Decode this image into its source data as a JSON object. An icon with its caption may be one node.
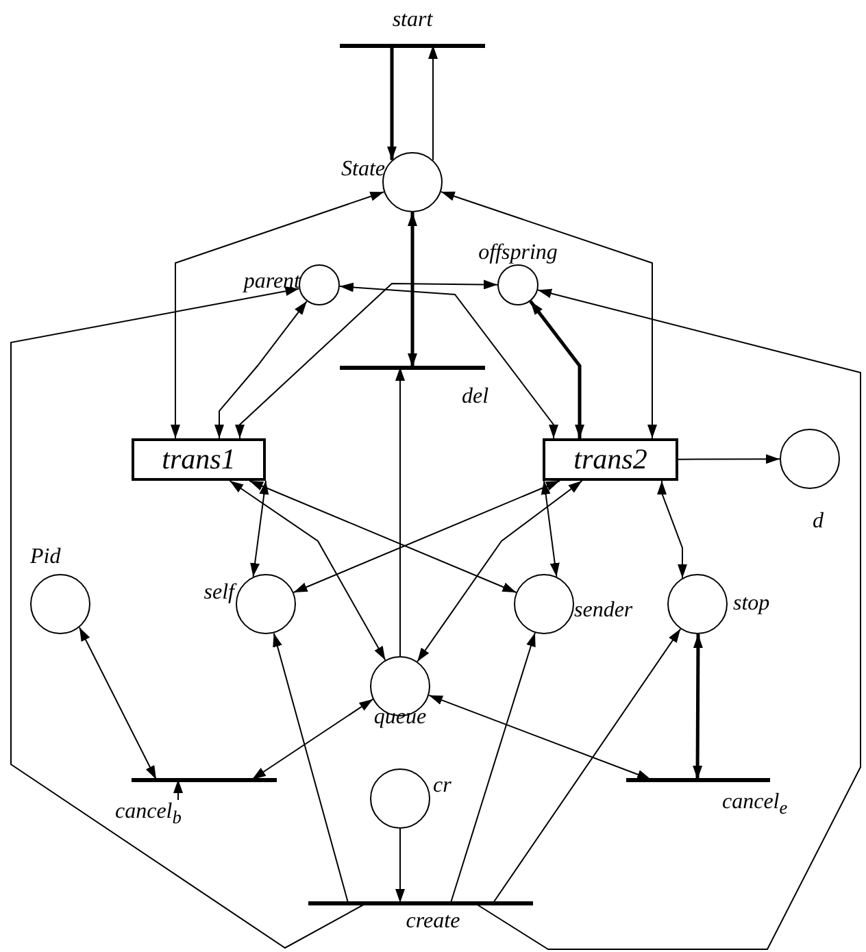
{
  "diagram": {
    "nodes": [
      {
        "text": [
          "start"
        ]
      },
      {
        "text": [
          "State"
        ]
      },
      {
        "text": [
          "parent"
        ]
      },
      {
        "text": [
          "offspring"
        ]
      },
      {
        "text": [
          "del"
        ]
      },
      {
        "text": [
          "trans1"
        ]
      },
      {
        "text": [
          "trans2"
        ]
      },
      {
        "text": [
          "d"
        ]
      },
      {
        "text": [
          "Pid"
        ]
      },
      {
        "text": [
          "self"
        ]
      },
      {
        "text": [
          "sender"
        ]
      },
      {
        "text": [
          "stop"
        ]
      },
      {
        "text": [
          "queue"
        ]
      },
      {
        "text": [
          "cancel$_{b}$"
        ]
      },
      {
        "text": [
          "cancel$_{e}$"
        ]
      },
      {
        "text": [
          "cr"
        ]
      },
      {
        "text": [
          "create"
        ]
      }
    ],
    "edges": [
      {
        "from": 0,
        "to": 1,
        "arrow": "to",
        "style": "thick"
      },
      {
        "from": 1,
        "to": 0,
        "arrow": "to"
      },
      {
        "from": 1,
        "to": 4,
        "arrow": "both",
        "style": "thick"
      },
      {
        "from": 12,
        "to": 4,
        "arrow": "to"
      },
      {
        "from": 5,
        "to": 1,
        "arrow": "both"
      },
      {
        "from": 6,
        "to": 1,
        "arrow": "both"
      },
      {
        "from": 16,
        "to": 2,
        "arrow": "to"
      },
      {
        "from": 16,
        "to": 3,
        "arrow": "to"
      },
      {
        "from": 5,
        "to": 2,
        "arrow": "both"
      },
      {
        "from": 5,
        "to": 3,
        "arrow": "both"
      },
      {
        "from": 6,
        "to": 2,
        "arrow": "both"
      },
      {
        "from": 6,
        "to": 3,
        "arrow": "both",
        "style": "thick"
      },
      {
        "from": 6,
        "to": 7,
        "arrow": "to"
      },
      {
        "from": 8,
        "to": 13,
        "arrow": "both"
      },
      {
        "from": 13,
        "to": 12,
        "arrow": "both"
      },
      {
        "from": null,
        "to": 13,
        "arrow": "to"
      },
      {
        "from": 5,
        "to": 9,
        "arrow": "both"
      },
      {
        "from": 5,
        "to": 12,
        "arrow": "both"
      },
      {
        "from": 5,
        "to": 10,
        "arrow": "both"
      },
      {
        "from": 6,
        "to": 9,
        "arrow": "both"
      },
      {
        "from": 6,
        "to": 12,
        "arrow": "both"
      },
      {
        "from": 6,
        "to": 10,
        "arrow": "both"
      },
      {
        "from": 6,
        "to": 11,
        "arrow": "both"
      },
      {
        "from": 11,
        "to": 14,
        "arrow": "both",
        "style": "thick"
      },
      {
        "from": 12,
        "to": 14,
        "arrow": "both"
      },
      {
        "from": 15,
        "to": 16,
        "arrow": "to"
      },
      {
        "from": 16,
        "to": 9,
        "arrow": "to"
      },
      {
        "from": 16,
        "to": 10,
        "arrow": "to"
      },
      {
        "from": 16,
        "to": 11,
        "arrow": "to"
      }
    ]
  }
}
